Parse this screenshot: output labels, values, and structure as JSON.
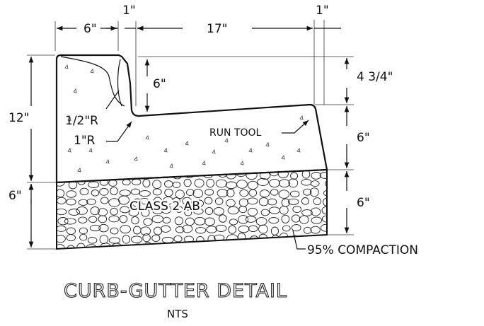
{
  "drawing": {
    "dimensions": {
      "top_left_width": "6\"",
      "top_lip_width": "1\"",
      "top_gutter_width": "17\"",
      "top_right_width": "1\"",
      "left_total_height": "12\"",
      "left_base_height": "6\"",
      "inner_curb_height": "6\"",
      "right_upper_height": "4 3/4\"",
      "right_middle_height": "6\"",
      "right_lower_height": "6\""
    },
    "notes": {
      "radius_half": "1/2\"R",
      "radius_one": "1\"R",
      "run_tool": "RUN TOOL",
      "base_material": "CLASS 2 AB",
      "compaction": "95% COMPACTION"
    },
    "title": "CURB-GUTTER DETAIL",
    "subtitle": "NTS"
  }
}
